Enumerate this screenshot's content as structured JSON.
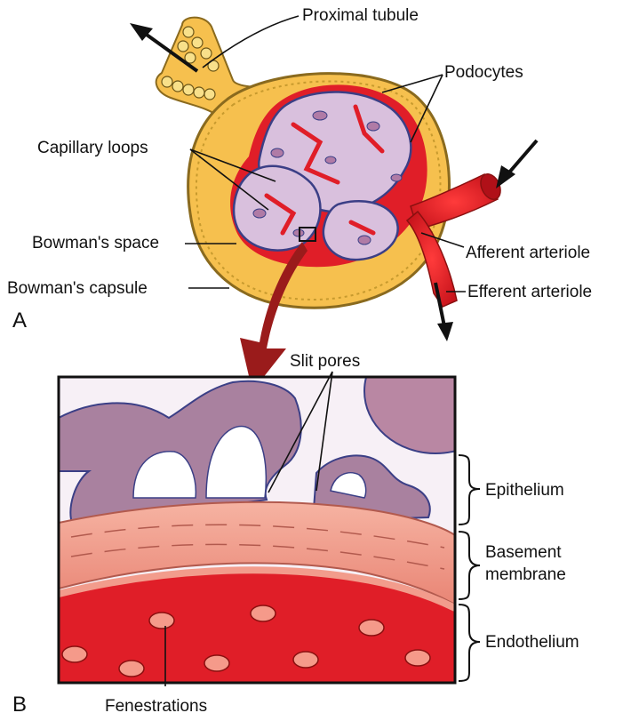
{
  "panels": {
    "a": "A",
    "b": "B"
  },
  "labels": {
    "proximal_tubule": "Proximal tubule",
    "podocytes": "Podocytes",
    "capillary_loops": "Capillary loops",
    "bowmans_space": "Bowman's space",
    "bowmans_capsule": "Bowman's capsule",
    "afferent_arteriole": "Afferent arteriole",
    "efferent_arteriole": "Efferent arteriole",
    "slit_pores": "Slit pores",
    "fenestrations": "Fenestrations"
  },
  "layers": {
    "epithelium": "Epithelium",
    "basement_membrane_line1": "Basement",
    "basement_membrane_line2": "membrane",
    "endothelium": "Endothelium"
  },
  "colors": {
    "capsule_fill": "#f6c04e",
    "capsule_outline": "#8a6a1e",
    "blood": "#e01e28",
    "podocyte": "#b48ab0",
    "podocyte_outline": "#3b3f86",
    "basement": "#f29c8c",
    "arrow_dark_red": "#9a1b1b"
  }
}
